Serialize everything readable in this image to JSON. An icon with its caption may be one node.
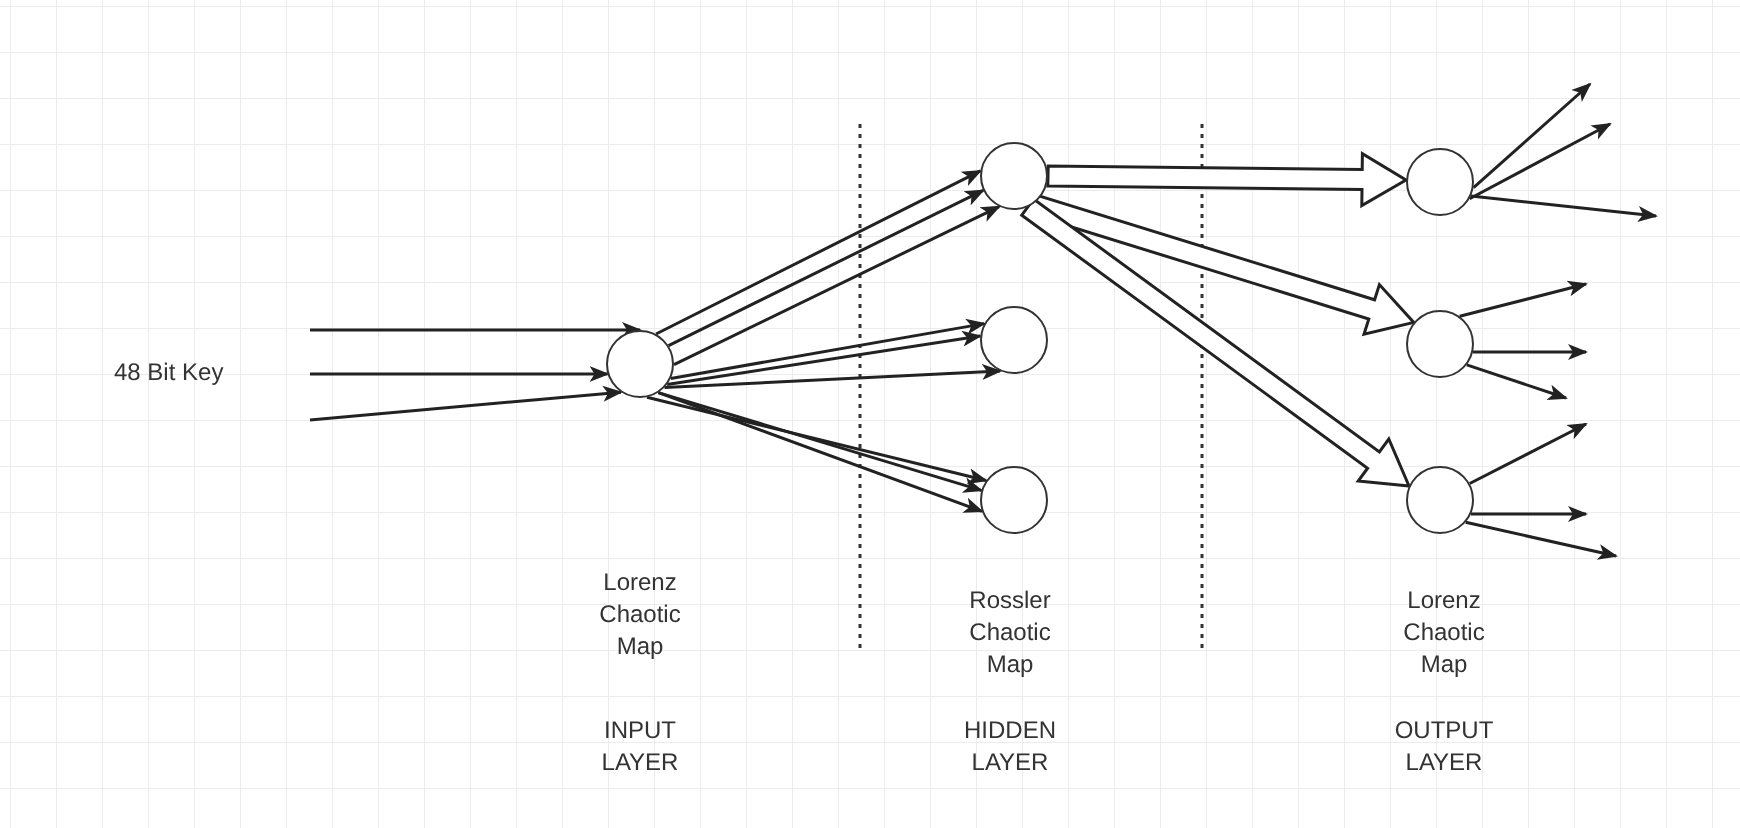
{
  "diagram": {
    "nodes": [
      {
        "text": [],
        "shape": "circle"
      },
      {
        "text": [],
        "shape": "circle"
      },
      {
        "text": [],
        "shape": "circle"
      },
      {
        "text": [],
        "shape": "circle"
      },
      {
        "text": [],
        "shape": "circle"
      },
      {
        "text": [],
        "shape": "circle"
      },
      {
        "text": [],
        "shape": "circle"
      }
    ],
    "edges": [
      {
        "from": null,
        "to": 0,
        "arrow": "to"
      },
      {
        "from": null,
        "to": 0,
        "arrow": "to"
      },
      {
        "from": null,
        "to": 0,
        "arrow": "to"
      },
      {
        "from": 0,
        "to": 1,
        "arrow": "to"
      },
      {
        "from": 0,
        "to": 1,
        "arrow": "to"
      },
      {
        "from": 0,
        "to": 1,
        "arrow": "to"
      },
      {
        "from": 0,
        "to": 2,
        "arrow": "to"
      },
      {
        "from": 0,
        "to": 2,
        "arrow": "to"
      },
      {
        "from": 0,
        "to": 2,
        "arrow": "to"
      },
      {
        "from": 0,
        "to": 3,
        "arrow": "to"
      },
      {
        "from": 0,
        "to": 3,
        "arrow": "to"
      },
      {
        "from": 0,
        "to": 3,
        "arrow": "to"
      },
      {
        "from": 1,
        "to": 4,
        "arrow": "to",
        "style": "thick"
      },
      {
        "from": 1,
        "to": 5,
        "arrow": "to",
        "style": "thick"
      },
      {
        "from": 1,
        "to": 6,
        "arrow": "to",
        "style": "thick"
      },
      {
        "from": 4,
        "to": null,
        "arrow": "to"
      },
      {
        "from": 4,
        "to": null,
        "arrow": "to"
      },
      {
        "from": 4,
        "to": null,
        "arrow": "to"
      },
      {
        "from": 5,
        "to": null,
        "arrow": "to"
      },
      {
        "from": 5,
        "to": null,
        "arrow": "to"
      },
      {
        "from": 5,
        "to": null,
        "arrow": "to"
      },
      {
        "from": 6,
        "to": null,
        "arrow": "to"
      },
      {
        "from": 6,
        "to": null,
        "arrow": "to"
      },
      {
        "from": 6,
        "to": null,
        "arrow": "to"
      }
    ],
    "labels": [
      "48 Bit Key",
      "Lorenz Chaotic Map",
      "INPUT LAYER",
      "Rossler Chaotic Map",
      "HIDDEN LAYER",
      "Lorenz Chaotic Map",
      "OUTPUT LAYER"
    ]
  }
}
